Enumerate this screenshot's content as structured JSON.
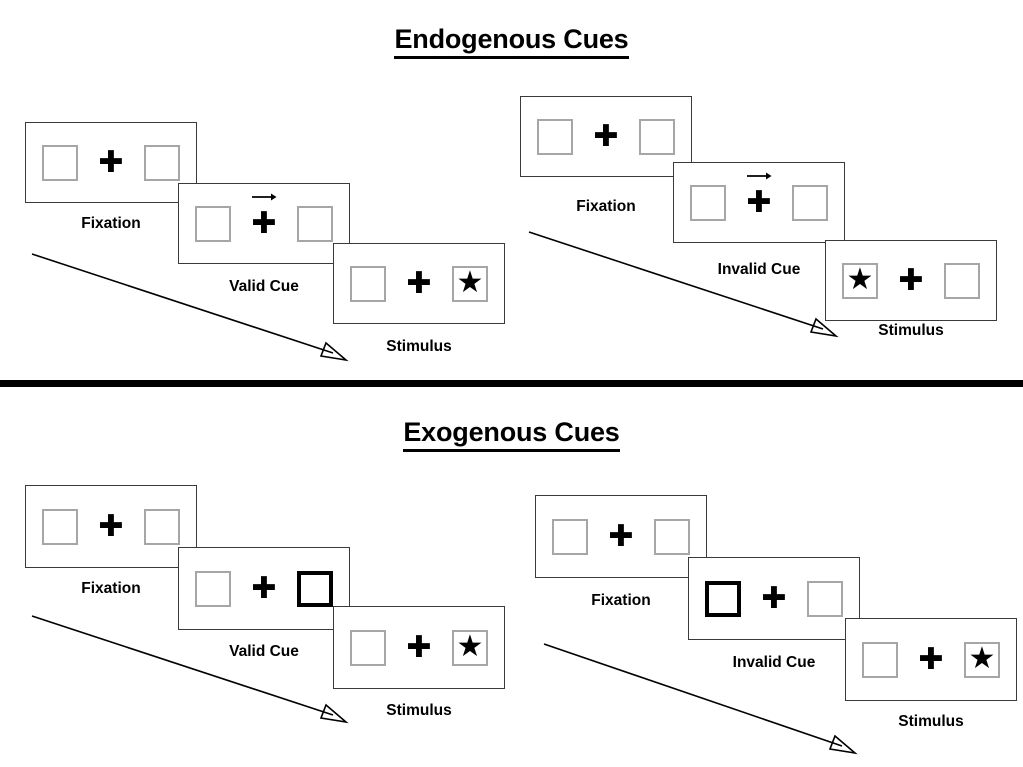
{
  "sections": [
    {
      "id": "endogenous",
      "title": "Endogenous Cues",
      "conditions": [
        {
          "id": "endogenous-valid",
          "frames": [
            {
              "caption": "Fixation",
              "cue": "none",
              "left_box": "empty",
              "right_box": "empty",
              "arrow": "none"
            },
            {
              "caption": "Valid Cue",
              "cue": "arrow",
              "left_box": "empty",
              "right_box": "empty",
              "arrow": "right"
            },
            {
              "caption": "Stimulus",
              "cue": "none",
              "left_box": "empty",
              "right_box": "star",
              "arrow": "none"
            }
          ]
        },
        {
          "id": "endogenous-invalid",
          "frames": [
            {
              "caption": "Fixation",
              "cue": "none",
              "left_box": "empty",
              "right_box": "empty",
              "arrow": "none"
            },
            {
              "caption": "Invalid Cue",
              "cue": "arrow",
              "left_box": "empty",
              "right_box": "empty",
              "arrow": "right"
            },
            {
              "caption": "Stimulus",
              "cue": "none",
              "left_box": "star",
              "right_box": "empty",
              "arrow": "none"
            }
          ]
        }
      ]
    },
    {
      "id": "exogenous",
      "title": "Exogenous Cues",
      "conditions": [
        {
          "id": "exogenous-valid",
          "frames": [
            {
              "caption": "Fixation",
              "cue": "none",
              "left_box": "empty",
              "right_box": "empty",
              "arrow": "none"
            },
            {
              "caption": "Valid Cue",
              "cue": "highlight",
              "left_box": "empty",
              "right_box": "cued",
              "arrow": "none"
            },
            {
              "caption": "Stimulus",
              "cue": "none",
              "left_box": "empty",
              "right_box": "star",
              "arrow": "none"
            }
          ]
        },
        {
          "id": "exogenous-invalid",
          "frames": [
            {
              "caption": "Fixation",
              "cue": "none",
              "left_box": "empty",
              "right_box": "empty",
              "arrow": "none"
            },
            {
              "caption": "Invalid Cue",
              "cue": "highlight",
              "left_box": "cued",
              "right_box": "empty",
              "arrow": "none"
            },
            {
              "caption": "Stimulus",
              "cue": "none",
              "left_box": "empty",
              "right_box": "star",
              "arrow": "none"
            }
          ]
        }
      ]
    }
  ],
  "glyphs": {
    "fixation_cross": "✚",
    "star": "★"
  },
  "colors": {
    "ink": "#000000",
    "panel_border": "#3a3a3a",
    "placeholder_border": "#a6a6a6",
    "cued_border": "#000000",
    "background": "#ffffff"
  },
  "divider": {
    "present": true
  }
}
